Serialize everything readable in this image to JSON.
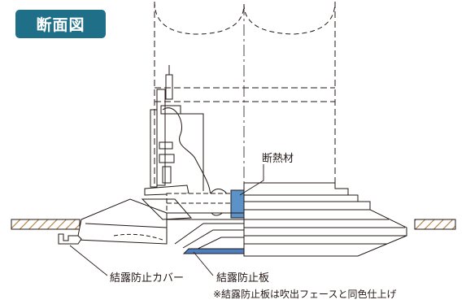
{
  "header": {
    "title": "断面図"
  },
  "labels": {
    "insulation": "断熱材",
    "condensation_cover": "結露防止カバー",
    "condensation_plate": "結露防止板",
    "note": "※結露防止板は吹出フェースと同色仕上げ"
  },
  "colors": {
    "badge_bg": "#1f6f88",
    "insulation_blue": "#5b93c9",
    "plate_blue": "#4d7fc0",
    "line": "#231815",
    "hatch": "#b07a3a"
  }
}
